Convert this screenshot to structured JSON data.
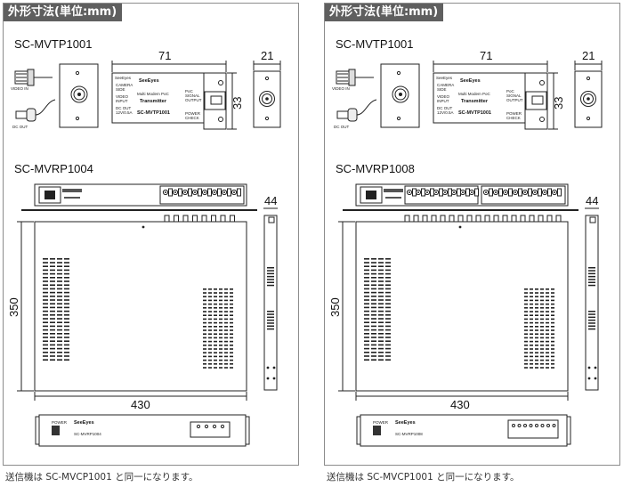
{
  "left": {
    "header": "外形寸法(単位:mm)",
    "transmitter_model": "SC-MVTP1001",
    "receiver_model": "SC-MVRP1004",
    "dims": {
      "tx_width": "71",
      "tx_depth": "21",
      "tx_height": "33",
      "rx_rack_width": "430",
      "rx_depth": "350",
      "rx_height": "44"
    },
    "tx_labels": {
      "video_in": "VIDEO IN",
      "dc_out": "DC OUT",
      "brand": "SeeEyes",
      "product1": "Multi Modem PoC",
      "product2": "Transmitter",
      "model": "SC-MVTP1001",
      "left_text1": "CAMERA",
      "left_text2": "SIDE",
      "left_text3": "VIDEO",
      "left_text4": "INPUT",
      "left_text5": "DC OUT",
      "left_text6": "12V/0.5A",
      "right_text1": "PoC",
      "right_text2": "SIGNAL",
      "right_text3": "OUTPUT",
      "right_text4": "POWER",
      "right_text5": "CHECK"
    },
    "front_brand": "SeeEyes",
    "front_model": "SC-MVRP1004",
    "front_power": "POWER"
  },
  "right": {
    "header": "外形寸法(単位:mm)",
    "transmitter_model": "SC-MVTP1001",
    "receiver_model": "SC-MVRP1008",
    "dims": {
      "tx_width": "71",
      "tx_depth": "21",
      "tx_height": "33",
      "rx_rack_width": "430",
      "rx_depth": "350",
      "rx_height": "44"
    },
    "tx_labels": {
      "video_in": "VIDEO IN",
      "dc_out": "DC OUT",
      "brand": "SeeEyes",
      "product1": "Multi Modem PoC",
      "product2": "Transmitter",
      "model": "SC-MVTP1001",
      "left_text1": "CAMERA",
      "left_text2": "SIDE",
      "left_text3": "VIDEO",
      "left_text4": "INPUT",
      "left_text5": "DC OUT",
      "left_text6": "12V/0.5A",
      "right_text1": "PoC",
      "right_text2": "SIGNAL",
      "right_text3": "OUTPUT",
      "right_text4": "POWER",
      "right_text5": "CHECK"
    },
    "front_brand": "SeeEyes",
    "front_model": "SC-MVRP1008",
    "front_power": "POWER"
  },
  "footnote": "送信機は SC-MVCP1001 と同一になります。"
}
